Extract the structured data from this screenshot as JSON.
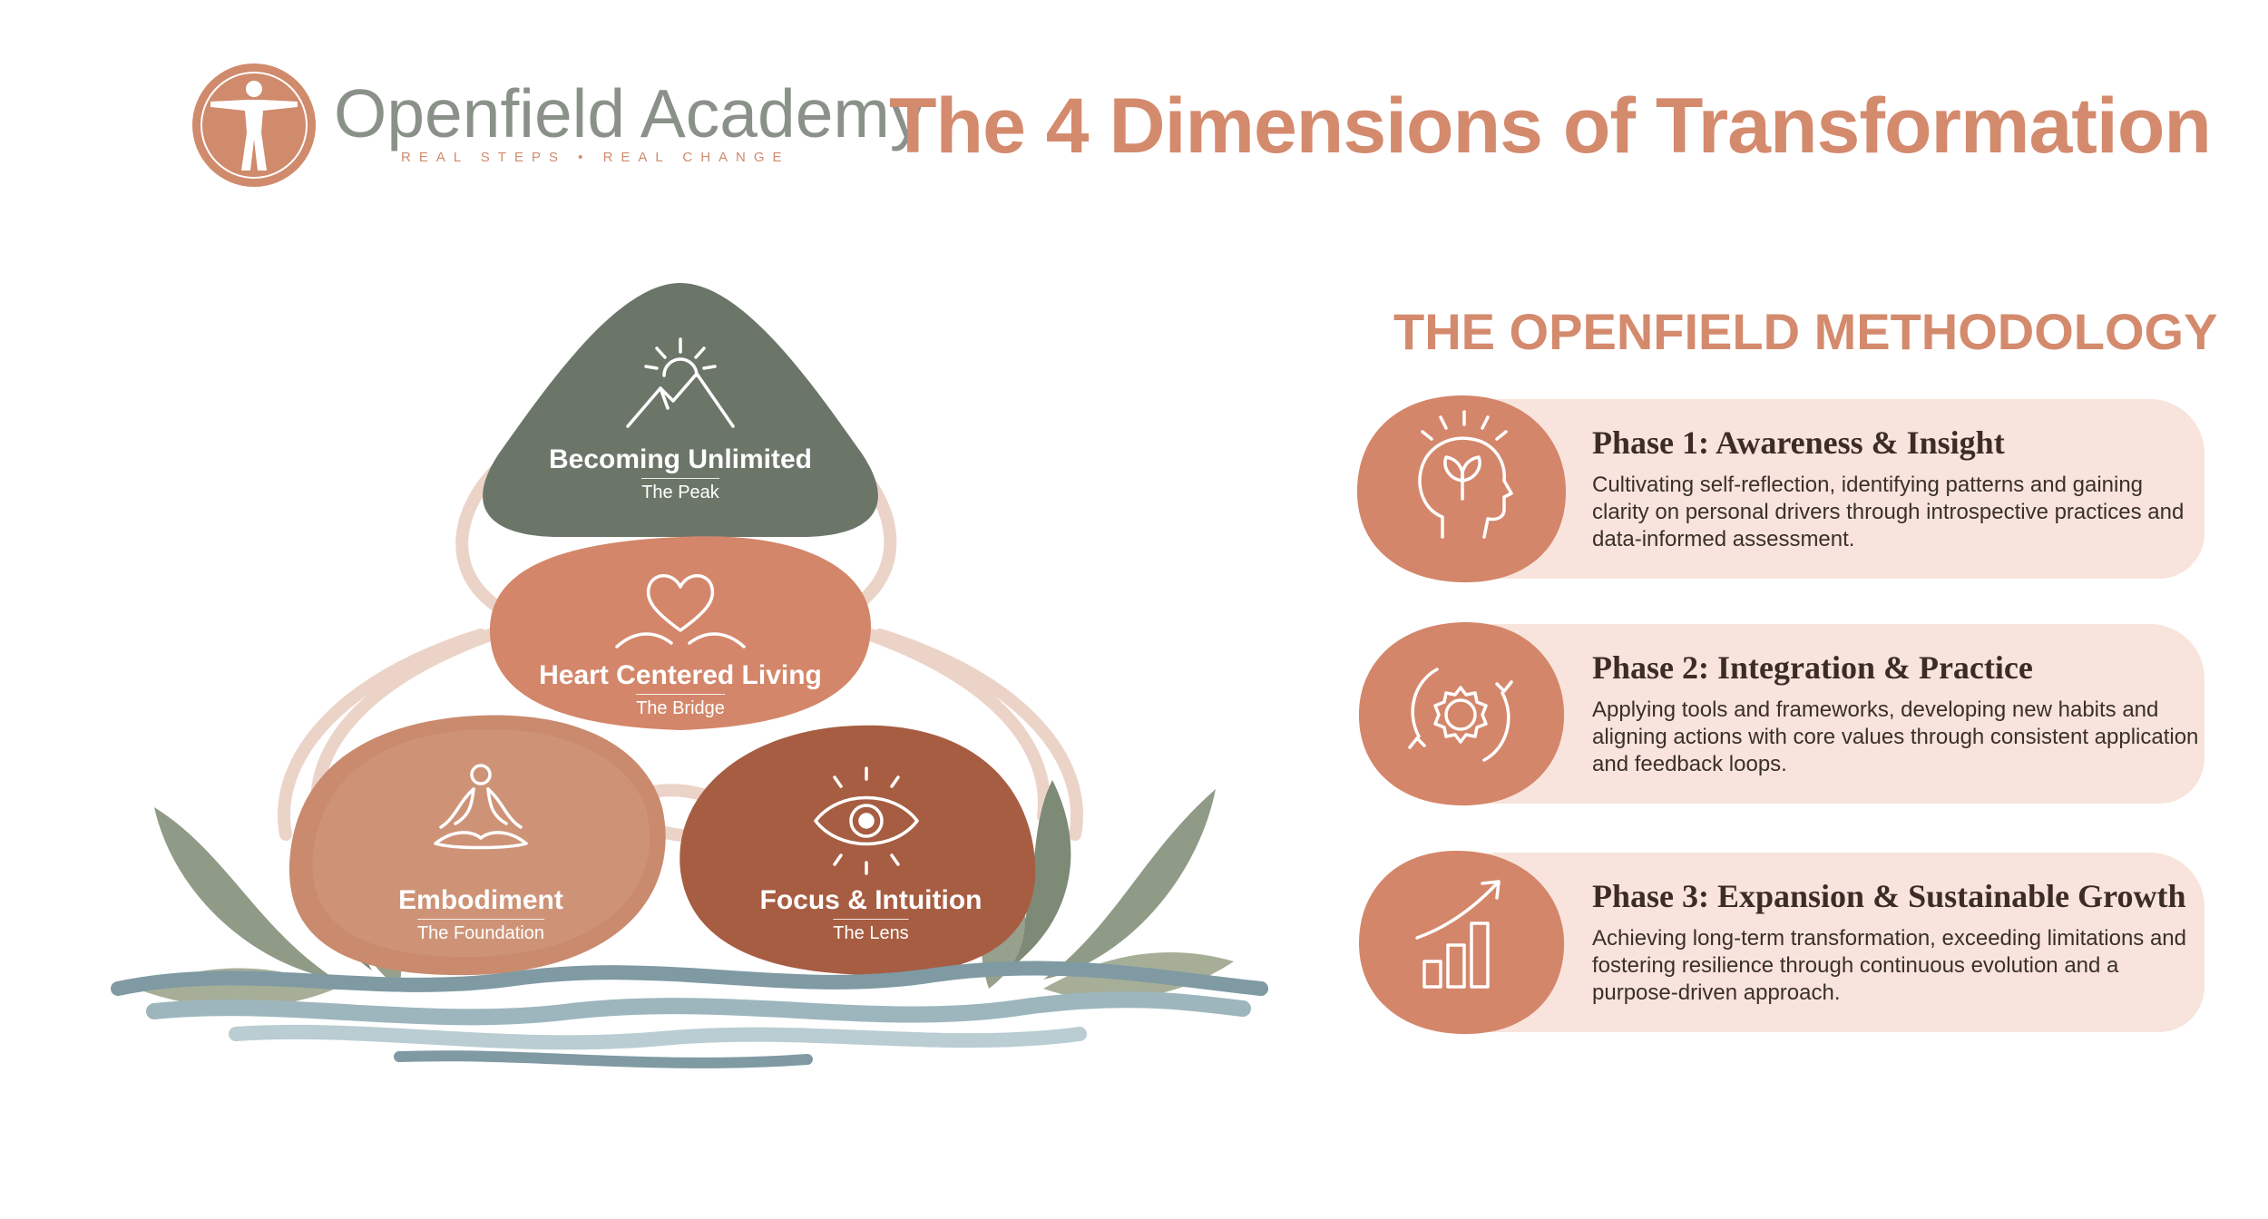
{
  "header": {
    "logo_name": "Openfield Academy",
    "logo_tagline": "REAL STEPS • REAL CHANGE",
    "title": "The 4 Dimensions of Transformation"
  },
  "diagram": {
    "stones": [
      {
        "title": "Becoming Unlimited",
        "subtitle": "The Peak",
        "icon": "mountain-sun-icon",
        "color": "#6b7669"
      },
      {
        "title": "Heart Centered Living",
        "subtitle": "The Bridge",
        "icon": "heart-hands-icon",
        "color": "#d4866a"
      },
      {
        "title": "Embodiment",
        "subtitle": "The Foundation",
        "icon": "meditation-icon",
        "color": "#c98a6e"
      },
      {
        "title": "Focus & Intuition",
        "subtitle": "The Lens",
        "icon": "eye-icon",
        "color": "#a75d42"
      }
    ]
  },
  "methodology": {
    "heading": "THE OPENFIELD METHODOLOGY",
    "phases": [
      {
        "title": "Phase 1: Awareness & Insight",
        "description": "Cultivating self-reflection, identifying patterns and gaining clarity on personal drivers through introspective practices and data-informed assessment.",
        "icon": "head-leaf-icon"
      },
      {
        "title": "Phase 2: Integration & Practice",
        "description": "Applying tools and frameworks, developing new habits and aligning actions with core values through consistent application and feedback loops.",
        "icon": "gear-cycle-icon"
      },
      {
        "title": "Phase 3: Expansion & Sustainable Growth",
        "description": "Achieving long-term transformation, exceeding limitations and fostering resilience through continuous evolution and a purpose-driven approach.",
        "icon": "growth-chart-icon"
      }
    ]
  },
  "colors": {
    "accent": "#d48a6d",
    "sage": "#6b7669",
    "terracotta": "#a75d42",
    "card": "#f8e4dc",
    "water": "#8aa7b0"
  }
}
